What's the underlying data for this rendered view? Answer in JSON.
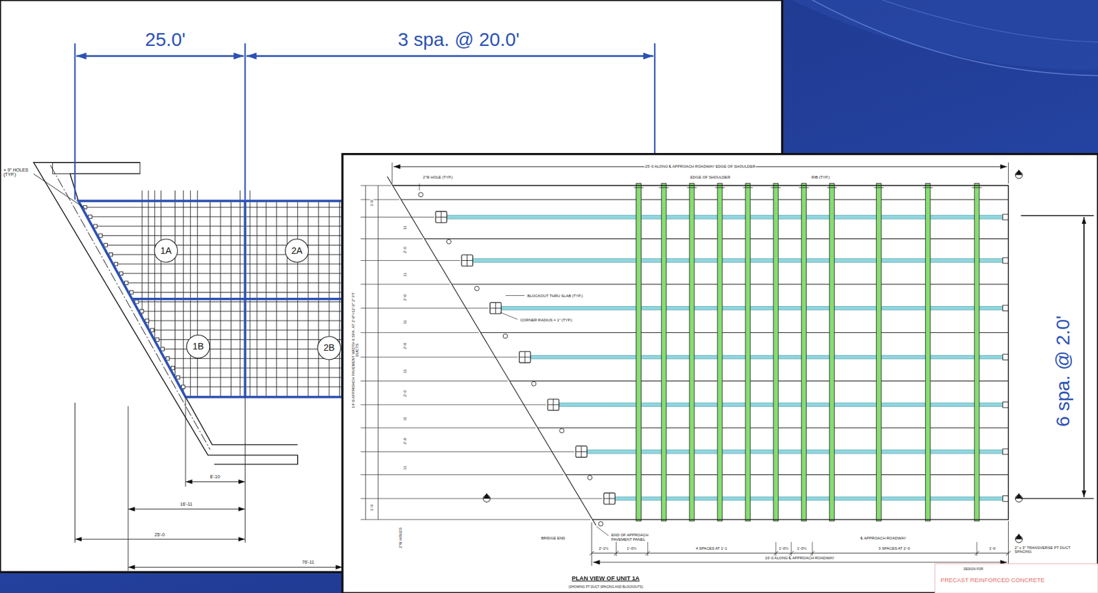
{
  "diagram": {
    "nodes": [
      {
        "text": [
          "1A"
        ]
      },
      {
        "text": [
          "2A"
        ]
      },
      {
        "text": [
          "1B"
        ]
      },
      {
        "text": [
          "2B"
        ]
      }
    ],
    "labels": [
      "25.0'",
      "3 spa. @ 20.0'",
      "6 spa. @ 2.0'",
      "× 9\" HOLES (TYP.)",
      "8'-10",
      "16'-11",
      "25'-0",
      "76'-11",
      "25'-0 ALONG ℄ APPROACH ROADWAY EDGE OF SHOULDER",
      "2\"Φ HOLE (TYP.)",
      "EDGE OF SHOULDER",
      "RIB (TYP.)",
      "BLOCKOUT THRU SLAB (TYP.)",
      "CORNER RADIUS = 1\" (TYP.)",
      "14'-0 APPROACH PAVEMENT WIDTH 6 SPA. AT 2'-0\"=12'-0\" 2\" PT DUCTS",
      "2\"Φ HOLES",
      "BRIDGE END",
      "END OF APPROACH PAVEMENT PANEL",
      "2'-1½",
      "1'-0½",
      "4 SPACES AT 1'-1",
      "1'-0½",
      "1'-0½",
      "3 SPACES AT 2'-0",
      "1'-0",
      "16'-0 ALONG ℄ APPROACH ROADWAY",
      "℄ APPROACH ROADWAY",
      "2\" x 3\" TRANSVERSE PT DUCT SPACING",
      "PLAN VIEW OF UNIT 1A",
      "(SHOWING PT DUCT SPACING AND BLOCKOUTS)",
      "DESIGN FOR",
      "PRECAST REINFORCED CONCRETE",
      "11",
      "11",
      "11",
      "11",
      "11",
      "11",
      "2'-0",
      "2'-0",
      "2'-0",
      "2'-0",
      "2'-0",
      "1'-0",
      "1'-0"
    ]
  }
}
